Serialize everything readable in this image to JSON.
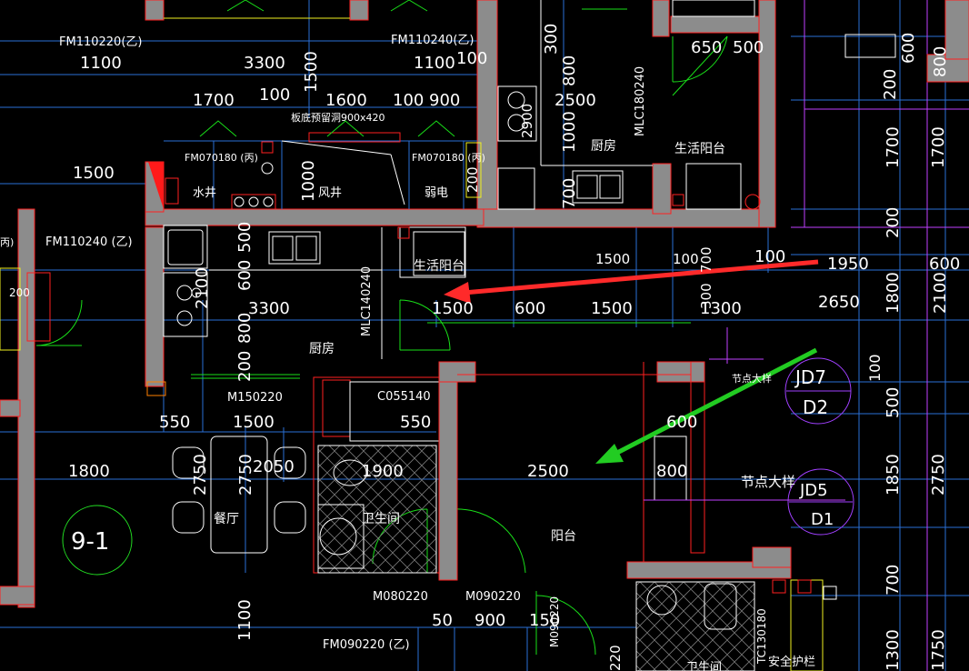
{
  "drawing": {
    "background": "#000000",
    "colors": {
      "grid_blue": "#2a6fd6",
      "wall_fill": "#8c8c8c",
      "wall_line": "#ff2020",
      "text": "#ffffff",
      "door": "#19e019",
      "window": "#19e019",
      "balcony_line": "#ff2020",
      "magenta": "#c040ff",
      "yellow": "#f0f020",
      "red_arrow": "#ff2a2a",
      "green_arrow": "#22cc22",
      "circle": "#a040ff",
      "axis_circle": "#22dd22"
    },
    "labels": {
      "door_fm110220": "FM110220(乙)",
      "door_fm110240_top": "FM110240(乙)",
      "door_fm110240_left": "FM110240 (乙)",
      "fm070180_a": "FM070180 (丙)",
      "fm070180_b": "FM070180 (丙)",
      "plate_note": "板底预留洞900x420",
      "water_well": "水井",
      "wind_well": "风井",
      "weak_elec": "弱电",
      "kitchen_top": "厨房",
      "kitchen_mid": "厨房",
      "mlc180240": "MLC180240",
      "mlc140240": "MLC140240",
      "living_balcony_top": "生活阳台",
      "living_balcony_mid": "生活阳台",
      "m150220": "M150220",
      "c055140": "C055140",
      "dining": "餐厅",
      "bathroom": "卫生间",
      "bathroom_bottom": "卫生间",
      "balcony": "阳台",
      "node_detail_a": "节点大样",
      "node_detail_b": "节点大样",
      "jd7": "JD7",
      "d2": "D2",
      "jd5": "JD5",
      "d1": "D1",
      "axis_9_1": "9-1",
      "m080220": "M080220",
      "m090220": "M090220",
      "m090220_v": "M090220",
      "fm090220": "FM090220 (乙)",
      "tc130180": "TC130180",
      "safety_rail": "安全护栏",
      "left_cut": "丙)",
      "num_200_left": "200"
    },
    "dims": {
      "d1100_a": "1100",
      "d3300_a": "3300",
      "d1100_b": "1100",
      "d100_top": "100",
      "d1500_v_top": "1500",
      "d1700": "1700",
      "d100_a": "100",
      "d1600": "1600",
      "d100_b": "100",
      "d900": "900",
      "d1500_left": "1500",
      "d1000_v": "1000",
      "d200_v": "200",
      "d300_v": "300",
      "d800_v_top": "800",
      "d2500_top": "2500",
      "d1000_v_k": "1000",
      "d2900_v": "2900",
      "d700_v": "700",
      "d650": "650",
      "d500": "500",
      "d600_tr": "600",
      "d800_tr": "800",
      "d200_tr": "200",
      "d1700_r1": "1700",
      "d1700_r2": "1700",
      "d200_r": "200",
      "d500_v": "500",
      "d600_v": "600",
      "d2100_v": "2100",
      "d3300_mid": "3300",
      "d800_v": "800",
      "d200_v_b": "200",
      "d1500_mid": "1500",
      "d600_mid": "600",
      "d1500_mid2": "1500",
      "d1500_small": "1500",
      "d100_mid": "100",
      "d700_mid": "700",
      "d100_mid2": "100",
      "d300_mid": "300",
      "d1300": "1300",
      "d1950": "1950",
      "d2650": "2650",
      "d600_r": "600",
      "d1800_r": "1800",
      "d2100_r": "2100",
      "d100_r": "100",
      "d500_r": "500",
      "d1850": "1850",
      "d2750_r": "2750",
      "d700_r": "700",
      "d1300_r": "1300",
      "d1750": "1750",
      "d550_a": "550",
      "d1500_b": "1500",
      "d550_b": "550",
      "d600_c": "600",
      "d800_c": "800",
      "d1800_l": "1800",
      "d2750_a": "2750",
      "d2750_b": "2750",
      "d2050": "2050",
      "d1900": "1900",
      "d2500_mid": "2500",
      "d1100_bot": "1100",
      "d50": "50",
      "d900_bot": "900",
      "d150": "150",
      "d220_bot": "220",
      "d200_left": "200"
    }
  }
}
